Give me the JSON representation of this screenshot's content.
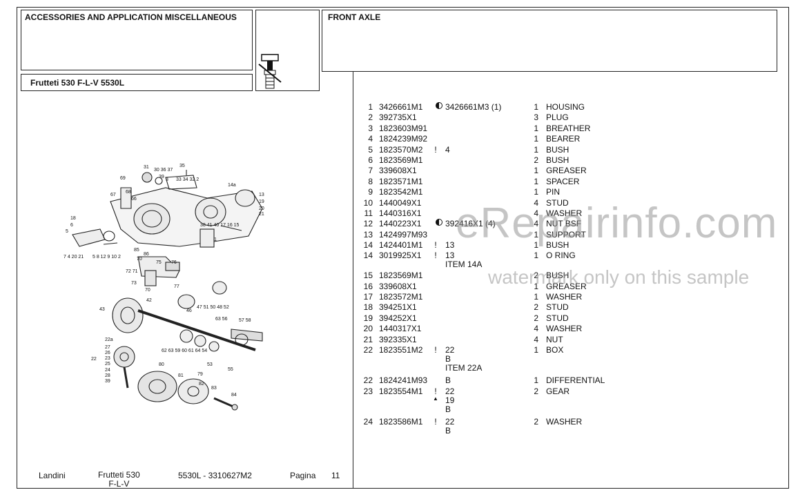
{
  "header": {
    "section_title": "ACCESSORIES AND APPLICATION MISCELLANEOUS",
    "model": "Frutteti 530 F-L-V  5530L",
    "group_title": "FRONT AXLE"
  },
  "parts": [
    {
      "no": "1",
      "part": "3426661M1",
      "mark": "half-circle",
      "ref": "3426661M3  (1)",
      "qty": "1",
      "desc": "HOUSING"
    },
    {
      "no": "2",
      "part": "392735X1",
      "mark": "",
      "ref": "",
      "qty": "3",
      "desc": "PLUG"
    },
    {
      "no": "3",
      "part": "1823603M91",
      "mark": "",
      "ref": "",
      "qty": "1",
      "desc": "BREATHER"
    },
    {
      "no": "4",
      "part": "1824239M92",
      "mark": "",
      "ref": "",
      "qty": "1",
      "desc": "BEARER"
    },
    {
      "no": "5",
      "part": "1823570M2",
      "mark": "!",
      "ref": "4",
      "qty": "1",
      "desc": "BUSH"
    },
    {
      "no": "6",
      "part": "1823569M1",
      "mark": "",
      "ref": "",
      "qty": "2",
      "desc": "BUSH"
    },
    {
      "no": "7",
      "part": "339608X1",
      "mark": "",
      "ref": "",
      "qty": "1",
      "desc": "GREASER"
    },
    {
      "no": "8",
      "part": "1823571M1",
      "mark": "",
      "ref": "",
      "qty": "1",
      "desc": "SPACER"
    },
    {
      "no": "9",
      "part": "1823542M1",
      "mark": "",
      "ref": "",
      "qty": "1",
      "desc": "PIN"
    },
    {
      "no": "10",
      "part": "1440049X1",
      "mark": "",
      "ref": "",
      "qty": "4",
      "desc": "STUD"
    },
    {
      "no": "11",
      "part": "1440316X1",
      "mark": "",
      "ref": "",
      "qty": "4",
      "desc": "WASHER"
    },
    {
      "no": "12",
      "part": "1440223X1",
      "mark": "half-circle",
      "ref": "392416X1  (4)",
      "qty": "4",
      "desc": "NUT BSF"
    },
    {
      "no": "13",
      "part": "1424997M93",
      "mark": "",
      "ref": "",
      "qty": "1",
      "desc": "SUPPORT"
    },
    {
      "no": "14",
      "part": "1424401M1",
      "mark": "!",
      "ref": "13",
      "qty": "1",
      "desc": "BUSH"
    },
    {
      "no": "14",
      "part": "3019925X1",
      "mark": "!",
      "ref": "13",
      "qty": "1",
      "desc": "O RING",
      "ref2": "ITEM 14A"
    },
    {
      "no": "15",
      "part": "1823569M1",
      "mark": "",
      "ref": "",
      "qty": "2",
      "desc": "BUSH"
    },
    {
      "no": "16",
      "part": "339608X1",
      "mark": "",
      "ref": "",
      "qty": "1",
      "desc": "GREASER"
    },
    {
      "no": "17",
      "part": "1823572M1",
      "mark": "",
      "ref": "",
      "qty": "1",
      "desc": "WASHER"
    },
    {
      "no": "18",
      "part": "394251X1",
      "mark": "",
      "ref": "",
      "qty": "2",
      "desc": "STUD"
    },
    {
      "no": "19",
      "part": "394252X1",
      "mark": "",
      "ref": "",
      "qty": "2",
      "desc": "STUD"
    },
    {
      "no": "20",
      "part": "1440317X1",
      "mark": "",
      "ref": "",
      "qty": "4",
      "desc": "WASHER"
    },
    {
      "no": "21",
      "part": "392335X1",
      "mark": "",
      "ref": "",
      "qty": "4",
      "desc": "NUT"
    },
    {
      "no": "22",
      "part": "1823551M2",
      "mark": "!",
      "ref": "22",
      "qty": "1",
      "desc": "BOX",
      "ref2": "B",
      "ref3": "ITEM 22A"
    },
    {
      "no": "22",
      "part": "1824241M93",
      "mark": "",
      "ref": "B",
      "qty": "1",
      "desc": "DIFFERENTIAL"
    },
    {
      "no": "23",
      "part": "1823554M1",
      "mark": "!",
      "ref": "22",
      "qty": "2",
      "desc": "GEAR",
      "mark2": "hat",
      "ref2": "19",
      "ref3": "B"
    },
    {
      "no": "24",
      "part": "1823586M1",
      "mark": "!",
      "ref": "22",
      "qty": "2",
      "desc": "WASHER",
      "ref2": "B"
    }
  ],
  "footer": {
    "brand": "Landini",
    "model_line1": "Frutteti 530",
    "model_line2": "F-L-V",
    "code": "5530L - 3310627M2",
    "page_label": "Pagina",
    "page_no": "11"
  },
  "watermark": {
    "main": "eRepairinfo.com",
    "sub": "watermark only on this sample",
    "color": "#969696"
  },
  "diagram": {
    "callouts": [
      "31",
      "30",
      "36",
      "37",
      "32",
      "33",
      "34",
      "32",
      "2",
      "69",
      "68",
      "67",
      "66",
      "1",
      "14a",
      "13",
      "13",
      "19",
      "20",
      "21",
      "18",
      "6",
      "5",
      "7",
      "38",
      "41",
      "40",
      "17",
      "16",
      "15",
      "85",
      "86",
      "12",
      "9",
      "10",
      "4",
      "20",
      "21",
      "8",
      "11",
      "70",
      "75",
      "76",
      "72",
      "71",
      "73",
      "70",
      "77",
      "42",
      "47",
      "51",
      "50",
      "48",
      "52",
      "43",
      "46",
      "63",
      "56",
      "57",
      "58",
      "22a",
      "27",
      "26",
      "22",
      "23",
      "25",
      "24",
      "28",
      "39",
      "62",
      "63",
      "59",
      "60",
      "61",
      "64",
      "54",
      "53",
      "55",
      "80",
      "81",
      "82",
      "79",
      "83",
      "84"
    ]
  }
}
